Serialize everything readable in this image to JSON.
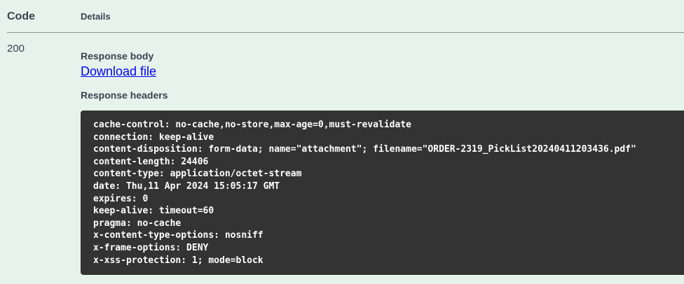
{
  "colors": {
    "background": "#e5f3ec",
    "code_block_bg": "#333333",
    "code_text": "#ffffff",
    "link_blue": "#0000ee",
    "text": "#3b4151"
  },
  "table": {
    "code_header": "Code",
    "details_header": "Details",
    "row": {
      "code": "200",
      "response_body_label": "Response body",
      "download_link_label": "Download file",
      "response_headers_label": "Response headers",
      "headers": [
        "cache-control: no-cache,no-store,max-age=0,must-revalidate",
        "connection: keep-alive",
        "content-disposition: form-data; name=\"attachment\"; filename=\"ORDER-2319_PickList20240411203436.pdf\"",
        "content-length: 24406",
        "content-type: application/octet-stream",
        "date: Thu,11 Apr 2024 15:05:17 GMT",
        "expires: 0",
        "keep-alive: timeout=60",
        "pragma: no-cache",
        "x-content-type-options: nosniff",
        "x-frame-options: DENY",
        "x-xss-protection: 1; mode=block"
      ]
    }
  }
}
